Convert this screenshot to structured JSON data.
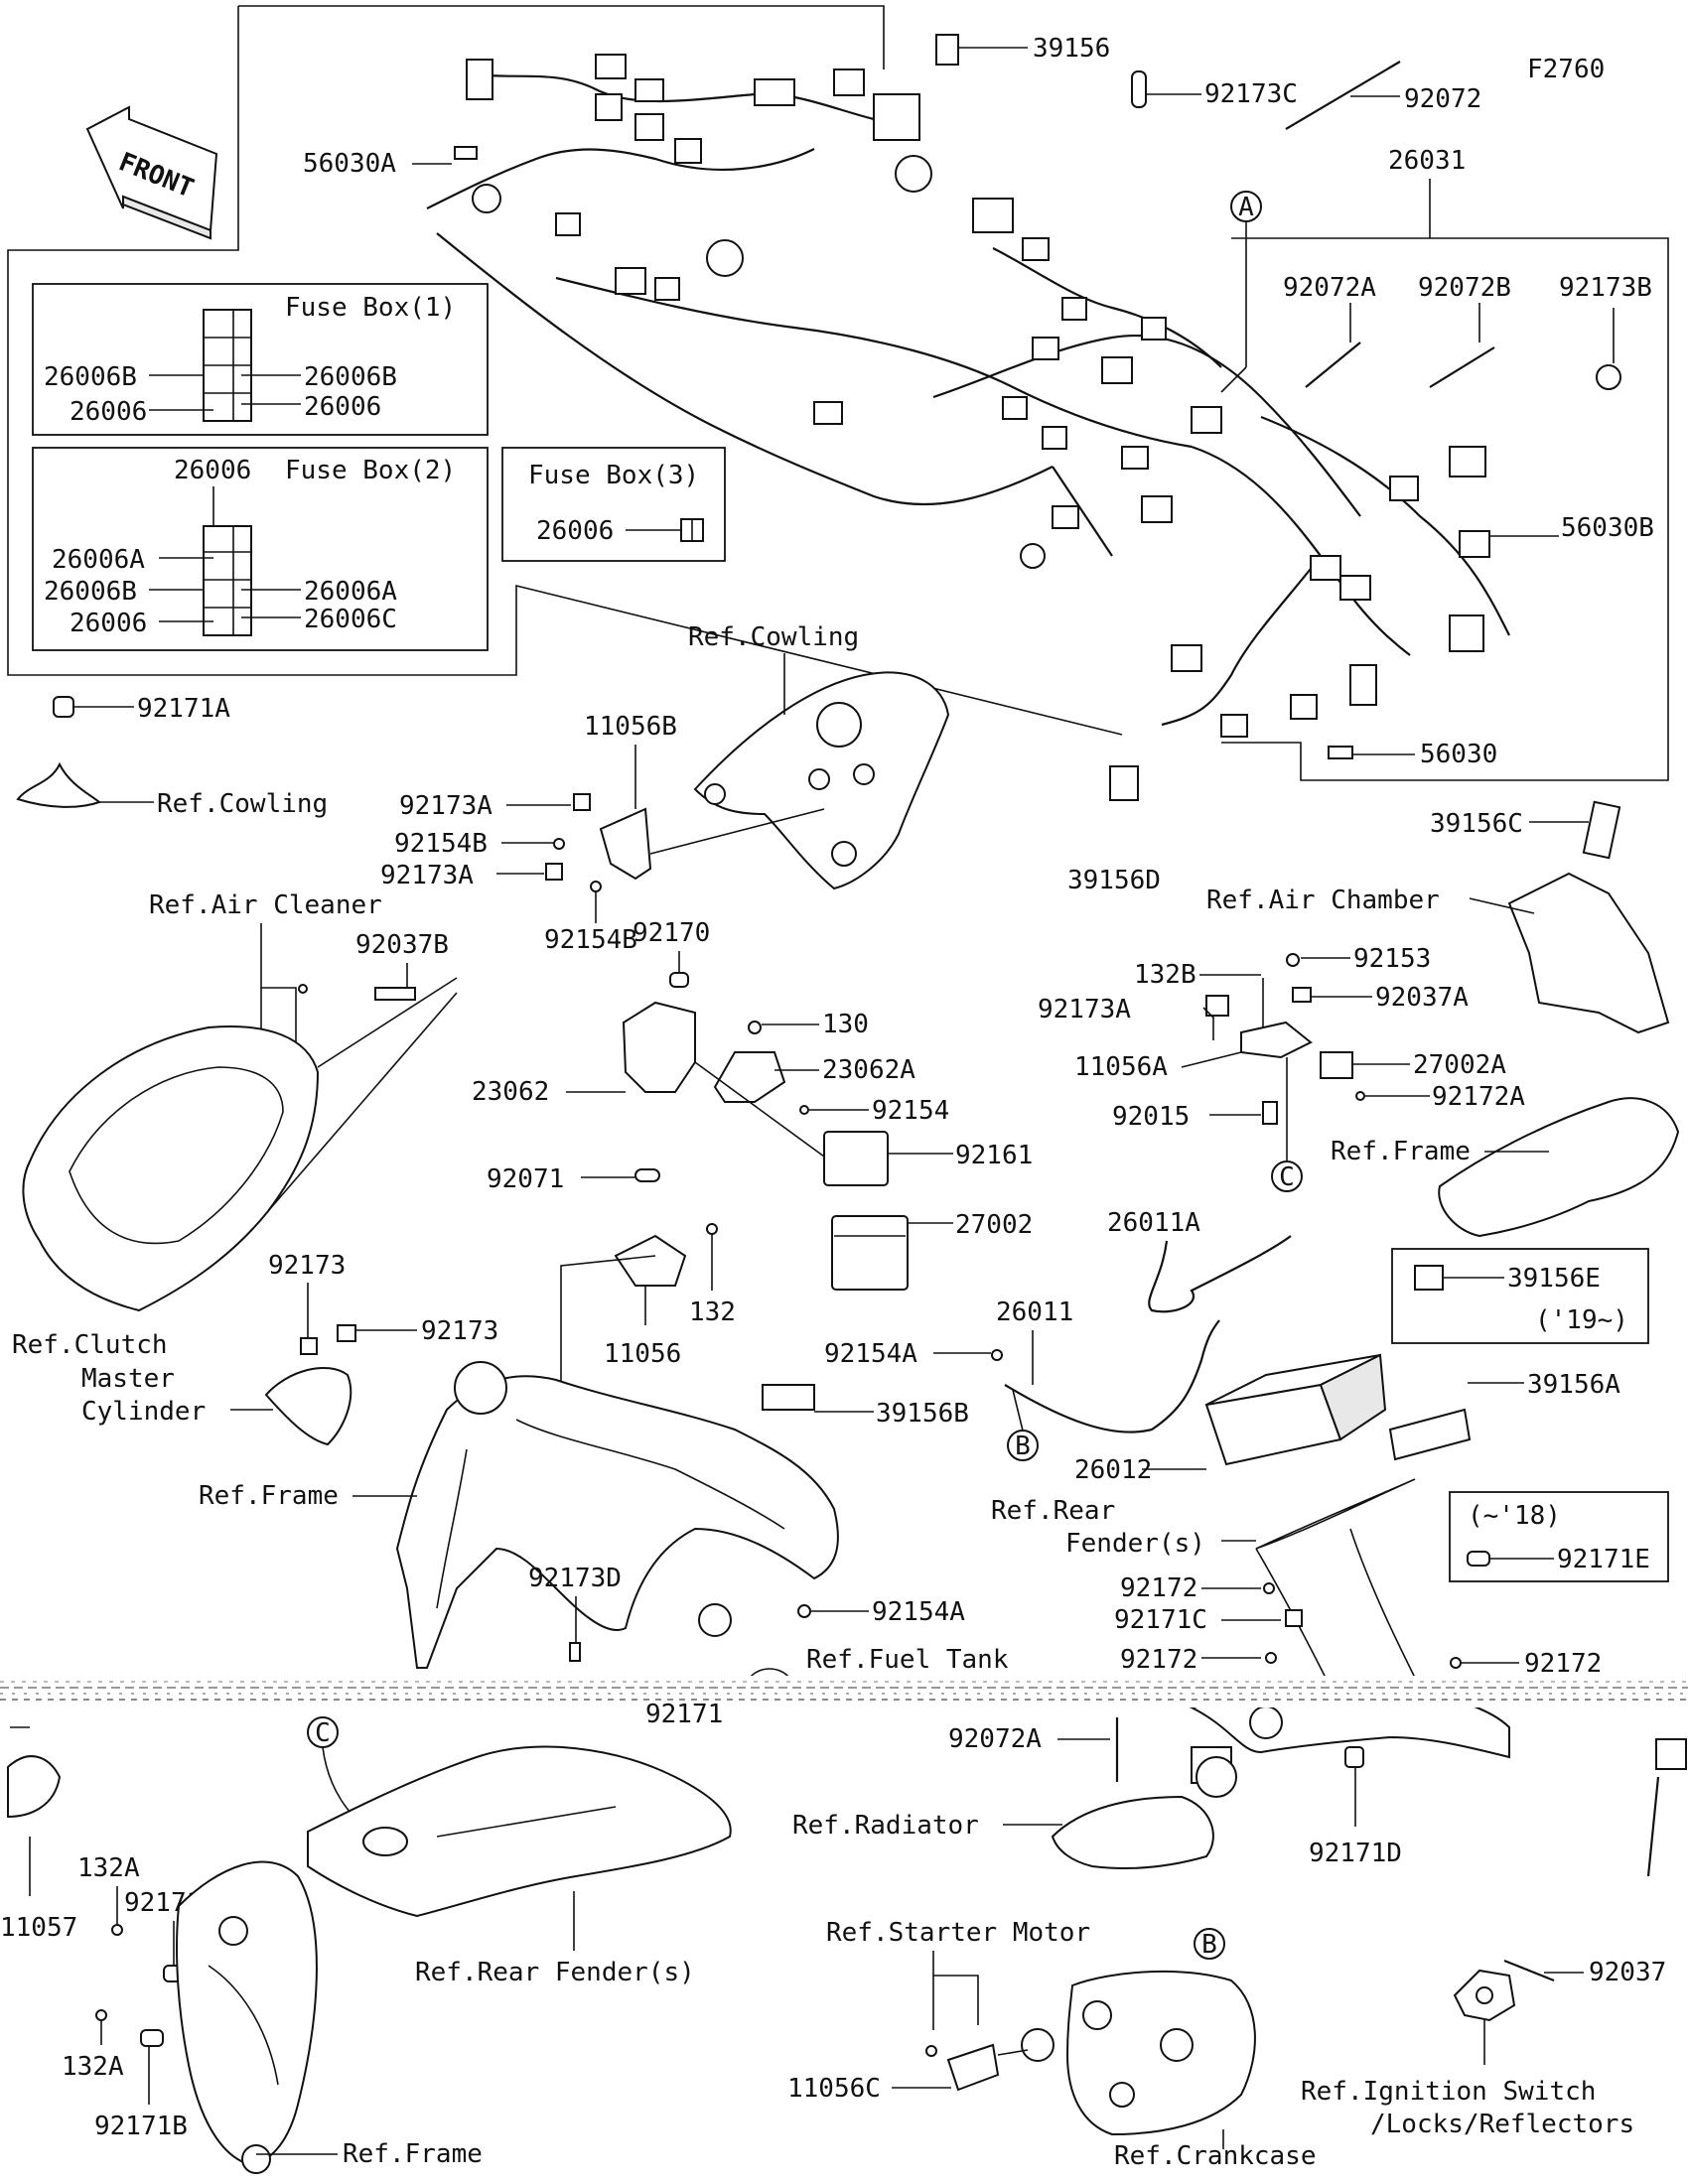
{
  "figure_code": "F2760",
  "front_label": "FRONT",
  "fuse_box_1": {
    "title": "Fuse Box(1)",
    "labels": [
      "26006B",
      "26006B",
      "26006",
      "26006"
    ]
  },
  "fuse_box_2": {
    "title": "Fuse Box(2)",
    "labels": [
      "26006",
      "26006A",
      "26006B",
      "26006A",
      "26006",
      "26006C"
    ]
  },
  "fuse_box_3": {
    "title": "Fuse Box(3)",
    "labels": [
      "26006"
    ]
  },
  "refs": {
    "cowling_top": "Ref.Cowling",
    "cowling_left": "Ref.Cowling",
    "air_cleaner": "Ref.Air Cleaner",
    "air_chamber": "Ref.Air Chamber",
    "frame_right": "Ref.Frame",
    "frame_left": "Ref.Frame",
    "frame_bottom": "Ref.Frame",
    "clutch_master_cylinder": [
      "Ref.Clutch",
      "Master",
      "Cylinder"
    ],
    "rear_fender_mid": [
      "Ref.Rear",
      "Fender(s)"
    ],
    "rear_fender_bottom": "Ref.Rear Fender(s)",
    "fuel_tank": "Ref.Fuel Tank",
    "radiator": "Ref.Radiator",
    "starter_motor": "Ref.Starter Motor",
    "crankcase": "Ref.Crankcase",
    "ignition_switch": [
      "Ref.Ignition Switch",
      "/Locks/Reflectors"
    ]
  },
  "callouts": {
    "A": "A",
    "B": "B",
    "C": "C"
  },
  "year_notes": {
    "from_19": "('19~)",
    "to_18": "(~'18)"
  },
  "parts": {
    "p39156": "39156",
    "p92173C": "92173C",
    "p92072": "92072",
    "p56030A": "56030A",
    "p26031": "26031",
    "p92072A_top": "92072A",
    "p92072B": "92072B",
    "p92173B": "92173B",
    "p56030B": "56030B",
    "p56030": "56030",
    "p39156D": "39156D",
    "p39156C": "39156C",
    "p92171A": "92171A",
    "p11056B": "11056B",
    "p92173A_1": "92173A",
    "p92154B_1": "92154B",
    "p92173A_2": "92173A",
    "p92154B_2": "92154B",
    "p92037B": "92037B",
    "p92170": "92170",
    "p130": "130",
    "p23062A": "23062A",
    "p23062": "23062",
    "p92154": "92154",
    "p92161": "92161",
    "p92071": "92071",
    "p27002": "27002",
    "p132": "132",
    "p11056": "11056",
    "p132B": "132B",
    "p92153": "92153",
    "p92173A_3": "92173A",
    "p92037A": "92037A",
    "p11056A": "11056A",
    "p27002A": "27002A",
    "p92172A": "92172A",
    "p92015": "92015",
    "p39156E": "39156E",
    "p26011A": "26011A",
    "p26011": "26011",
    "p92154A_1": "92154A",
    "p39156A": "39156A",
    "p26012": "26012",
    "p92173_1": "92173",
    "p92173_2": "92173",
    "p39156B": "39156B",
    "p92173D": "92173D",
    "p92154A_2": "92154A",
    "p92172_1": "92172",
    "p92171C": "92171C",
    "p92172_2": "92172",
    "p92172_3": "92172",
    "p92171E": "92171E",
    "p92171": "92171",
    "p92072A_bottom": "92072A",
    "p92171D": "92171D",
    "p11057": "11057",
    "p132A_1": "132A",
    "p92171B_1": "92171B",
    "p132A_2": "132A",
    "p92171B_2": "92171B",
    "p11056C": "11056C",
    "p92037": "92037"
  }
}
